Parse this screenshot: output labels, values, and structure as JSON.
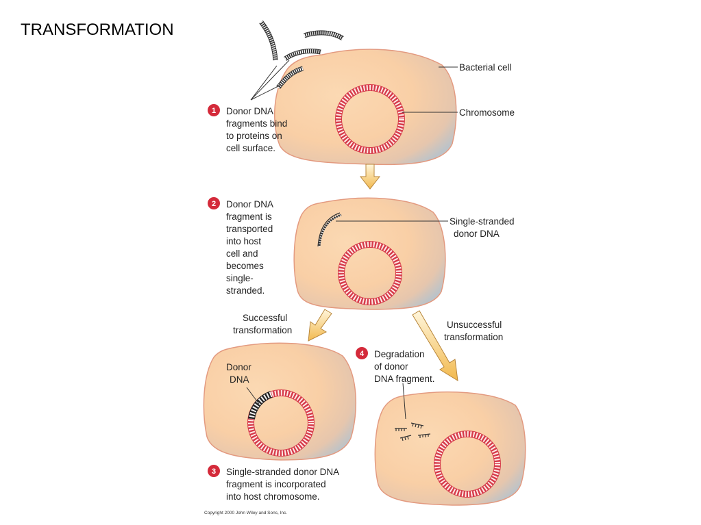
{
  "title": "TRANSFORMATION",
  "labels": {
    "bacterial_cell": "Bacterial cell",
    "chromosome": "Chromosome",
    "single_stranded": [
      "Single-stranded",
      "donor DNA"
    ],
    "successful": [
      "Successful",
      "transformation"
    ],
    "unsuccessful": [
      "Unsuccessful",
      "transformation"
    ],
    "donor_dna": [
      "Donor",
      "DNA"
    ]
  },
  "steps": [
    {
      "number": "1",
      "lines": [
        "Donor DNA",
        "fragments bind",
        "to proteins on",
        "cell surface."
      ]
    },
    {
      "number": "2",
      "lines": [
        "Donor DNA",
        "fragment is",
        "transported",
        "into host",
        "cell and",
        "becomes",
        "single-",
        "stranded."
      ]
    },
    {
      "number": "3",
      "lines": [
        "Single-stranded donor DNA",
        "fragment is incorporated",
        "into host chromosome."
      ]
    },
    {
      "number": "4",
      "lines": [
        "Degradation",
        "of donor",
        "DNA fragment."
      ]
    }
  ],
  "copyright": "Copyright 2000 John Wiley and Sons, Inc.",
  "colors": {
    "cell_fill": "#f9cfa6",
    "cell_shade": "#b9c3cc",
    "cell_outline": "#e39a80",
    "chromosome": "#d63b4a",
    "badge": "#d42a3a",
    "arrow_fill": "#f4c060",
    "arrow_outline": "#b8863a"
  }
}
